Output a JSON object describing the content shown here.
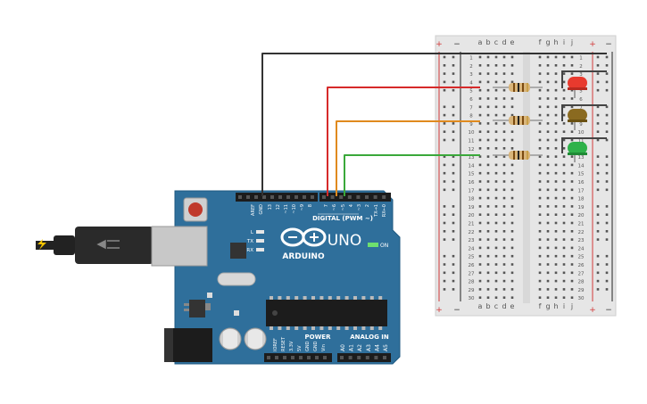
{
  "arduino": {
    "brand": "ARDUINO",
    "model": "UNO",
    "on_label": "ON",
    "digital_label": "DIGITAL (PWM ~)",
    "power_label": "POWER",
    "analog_label": "ANALOG IN",
    "indicators": [
      "L",
      "TX",
      "RX"
    ],
    "digital_pins": [
      "AREF",
      "GND",
      "13",
      "12",
      "~11",
      "~10",
      "~9",
      "8",
      "7",
      "~6",
      "~5",
      "4",
      "~3",
      "2",
      "TX→1",
      "RX←0"
    ],
    "power_pins": [
      "IOREF",
      "RESET",
      "3.3V",
      "5V",
      "GND",
      "GND",
      "Vin"
    ],
    "analog_pins": [
      "A0",
      "A1",
      "A2",
      "A3",
      "A4",
      "A5"
    ],
    "board_color": "#2f6f9b"
  },
  "breadboard": {
    "columns_left": [
      "a",
      "b",
      "c",
      "d",
      "e"
    ],
    "columns_right": [
      "f",
      "g",
      "h",
      "i",
      "j"
    ],
    "rail_plus": "+",
    "rail_minus": "−",
    "rows_left": [
      "1",
      "2",
      "3",
      "4",
      "5",
      "6",
      "7",
      "8",
      "9",
      "10",
      "11",
      "12",
      "13",
      "14",
      "15",
      "16",
      "17",
      "18",
      "19",
      "20",
      "21",
      "22",
      "23",
      "24",
      "25",
      "26",
      "27",
      "28",
      "29",
      "30"
    ],
    "rows_right": [
      "1",
      "2",
      "3",
      "4",
      "5",
      "6",
      "7",
      "8",
      "9",
      "10",
      "11",
      "12",
      "13",
      "14",
      "15",
      "16",
      "17",
      "18",
      "19",
      "20",
      "21",
      "22",
      "23",
      "24",
      "25",
      "26",
      "27",
      "28",
      "29",
      "30"
    ]
  },
  "leds": [
    {
      "name": "red-led",
      "color": "#e83a2e"
    },
    {
      "name": "yellow-led",
      "color": "#8a6a20"
    },
    {
      "name": "green-led",
      "color": "#2fb24a"
    }
  ],
  "wires": [
    {
      "name": "gnd-wire",
      "color": "#333333"
    },
    {
      "name": "pin7-wire",
      "color": "#d62a2a"
    },
    {
      "name": "pin6-wire",
      "color": "#e08a1e"
    },
    {
      "name": "pin5-wire",
      "color": "#3aa83a"
    }
  ]
}
